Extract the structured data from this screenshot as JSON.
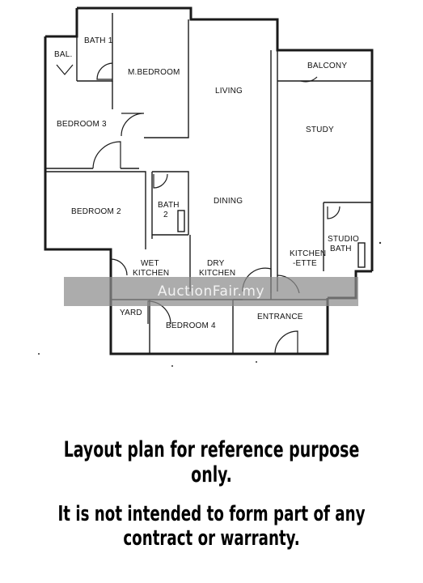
{
  "rooms": {
    "bath1": "BATH 1",
    "bal": "BAL.",
    "master_bedroom": "M.BEDROOM",
    "living": "LIVING",
    "balcony": "BALCONY",
    "bedroom3": "BEDROOM 3",
    "study": "STUDY",
    "bedroom2": "BEDROOM 2",
    "bath2_line1": "BATH",
    "bath2_line2": "2",
    "dining": "DINING",
    "studio_bath_line1": "STUDIO",
    "studio_bath_line2": "BATH",
    "kitchenette_line1": "KITCHEN",
    "kitchenette_line2": "-ETTE",
    "wet_kitchen_line1": "WET",
    "wet_kitchen_line2": "KITCHEN",
    "dry_kitchen_line1": "DRY",
    "dry_kitchen_line2": "KITCHEN",
    "yard": "YARD",
    "bedroom4": "BEDROOM 4",
    "entrance": "ENTRANCE"
  },
  "watermark": "AuctionFair.my",
  "disclaimer": {
    "line1": "Layout plan for reference purpose only.",
    "line2": "It is not intended to form part of any contract or warranty."
  }
}
